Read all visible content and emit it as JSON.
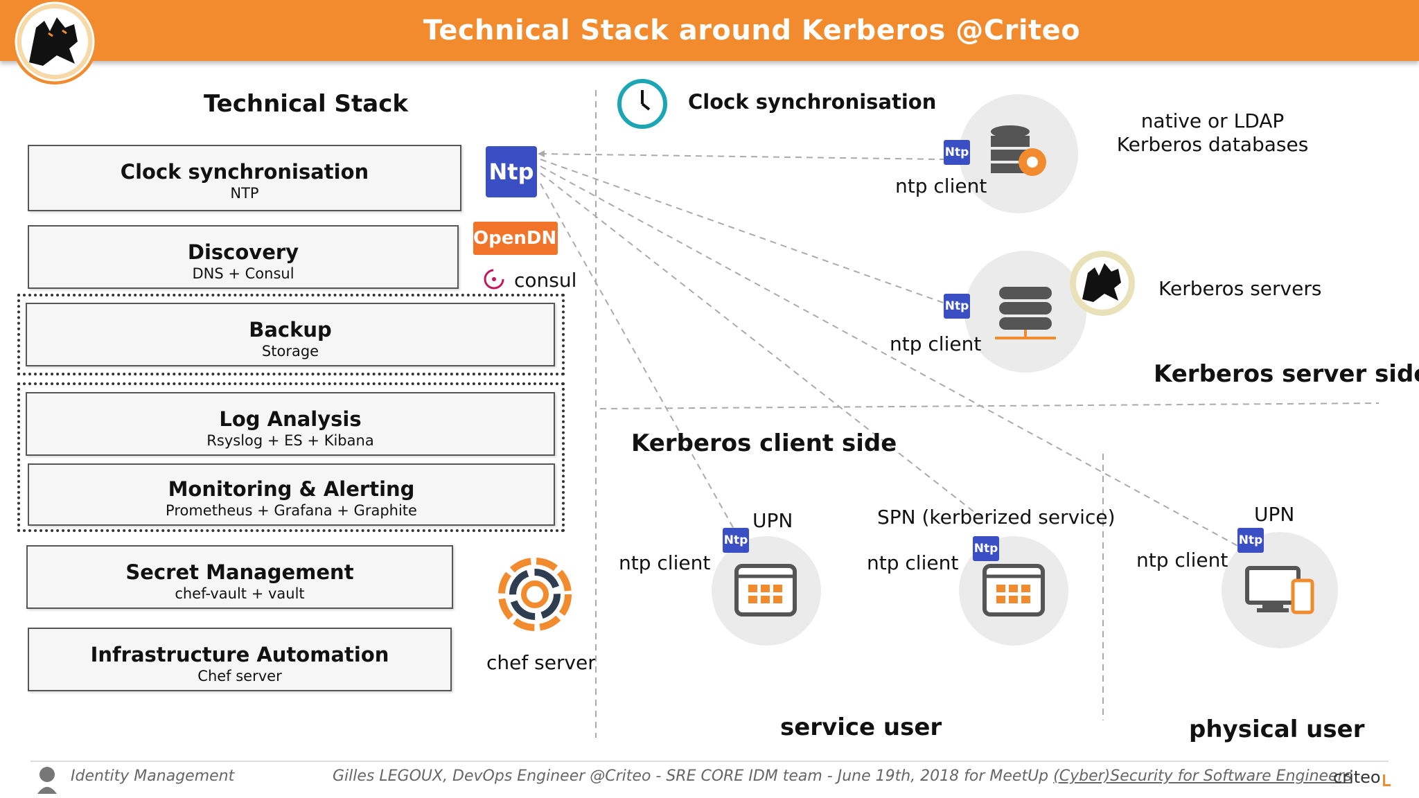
{
  "slide_title": "Technical Stack around Kerberos @Criteo",
  "left": {
    "heading": "Technical Stack",
    "boxes": [
      {
        "title": "Clock synchronisation",
        "subtitle": "NTP"
      },
      {
        "title": "Discovery",
        "subtitle": "DNS + Consul"
      },
      {
        "title": "Backup",
        "subtitle": "Storage"
      },
      {
        "title": "Log Analysis",
        "subtitle": "Rsyslog + ES + Kibana"
      },
      {
        "title": "Monitoring & Alerting",
        "subtitle": "Prometheus + Grafana + Graphite"
      },
      {
        "title": "Secret Management",
        "subtitle": "chef-vault + vault"
      },
      {
        "title": "Infrastructure Automation",
        "subtitle": "Chef server"
      }
    ],
    "ntp_logo": "Ntp",
    "opendns_logo": "OpenDNS",
    "consul_label": "consul",
    "chef_label": "chef server"
  },
  "right": {
    "clock_heading": "Clock synchronisation",
    "badge": "Ntp",
    "db_label": "native or LDAP Kerberos databases",
    "ntp_client": "ntp client",
    "kerberos_servers": "Kerberos servers",
    "server_side": "Kerberos server side",
    "client_side": "Kerberos client side",
    "upn": "UPN",
    "spn": "SPN (kerberized service)",
    "service_user": "service user",
    "physical_user": "physical user"
  },
  "footer": {
    "left": "Identity Management",
    "center": "Gilles LEGOUX, DevOps Engineer @Criteo - SRE CORE IDM team - June 19th, 2018 for MeetUp",
    "link": "(Cyber)Security for Software Engineers",
    "brand": "criteo"
  },
  "colors": {
    "accent": "#f28a2e",
    "ntp": "#3b4fc4",
    "teal": "#1ba6b5"
  }
}
